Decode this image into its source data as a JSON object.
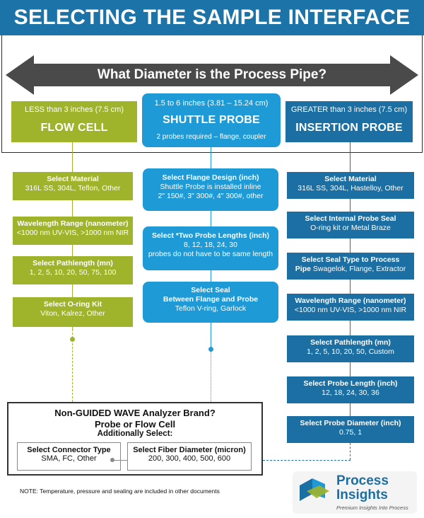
{
  "title": "SELECTING THE SAMPLE INTERFACE",
  "question": "What Diameter is the Process Pipe?",
  "colors": {
    "flow": "#9fb42a",
    "shuttle": "#1e9ad6",
    "insertion": "#1c6fa3",
    "banner": "#1c73a8"
  },
  "flow_cell": {
    "range": "LESS than 3 inches (7.5 cm)",
    "name": "FLOW CELL",
    "steps": [
      {
        "title": "Select Material",
        "detail": "316L SS, 304L, Teflon, Other"
      },
      {
        "title": "Wavelength Range (nanometer)",
        "detail": "<1000 nm UV-VIS, >1000 nm NIR"
      },
      {
        "title": "Select Pathlength (mn)",
        "detail": "1, 2, 5, 10, 20, 50, 75, 100"
      },
      {
        "title": "Select O-ring Kit",
        "detail": "Viton, Kalrez, Other"
      }
    ]
  },
  "shuttle_probe": {
    "range": "1.5 to 6 inches (3.81 – 15.24 cm)",
    "name": "SHUTTLE PROBE",
    "note": "2 probes required – flange, coupler",
    "steps": [
      {
        "title": "Select Flange Design (inch)",
        "line1": "Shuttle Probe is installed inline",
        "line2": "2\" 150#, 3\" 300#, 4\" 300#, other"
      },
      {
        "title": "Select *Two Probe Lengths (inch)",
        "line1": "8, 12, 18, 24, 30",
        "line2": "probes do not have to be same length"
      },
      {
        "title": "Select Seal",
        "line1": "Between Flange and Probe",
        "line2": "Teflon V-ring, Garlock"
      }
    ]
  },
  "insertion_probe": {
    "range": "GREATER than 3 inches (7.5 cm)",
    "name": "INSERTION PROBE",
    "steps": [
      {
        "title": "Select Material",
        "detail": "316L SS, 304L, Hastelloy, Other"
      },
      {
        "title": "Select Internal Probe Seal",
        "detail": "O-ring kit or Metal Braze"
      },
      {
        "title": "Select Seal Type to Process",
        "title2": "Pipe",
        "detail": "Swagelok, Flange, Extractor"
      },
      {
        "title": "Wavelength Range (nanometer)",
        "detail": "<1000 nm UV-VIS, >1000 nm NIR"
      },
      {
        "title": "Select Pathlength (mn)",
        "detail": "1, 2, 5, 10, 20, 50, Custom"
      },
      {
        "title": "Select Probe Length (inch)",
        "detail": "12, 18, 24, 30, 36"
      },
      {
        "title": "Select Probe Diameter (inch)",
        "detail": "0.75,  1"
      }
    ]
  },
  "analyzer": {
    "title1": "Non-GUIDED WAVE Analyzer Brand?",
    "title2": "Probe or Flow Cell",
    "additional": "Additionally Select:",
    "connector": {
      "title": "Select Connector Type",
      "detail": "SMA, FC, Other"
    },
    "fiber": {
      "title": "Select Fiber Diameter (micron)",
      "detail": "200, 300, 400, 500, 600"
    }
  },
  "note": "NOTE: Temperature, pressure and sealing are included in other documents",
  "logo": {
    "line1": "Process",
    "line2": "Insights",
    "tagline": "Premium Insights Into Process"
  }
}
